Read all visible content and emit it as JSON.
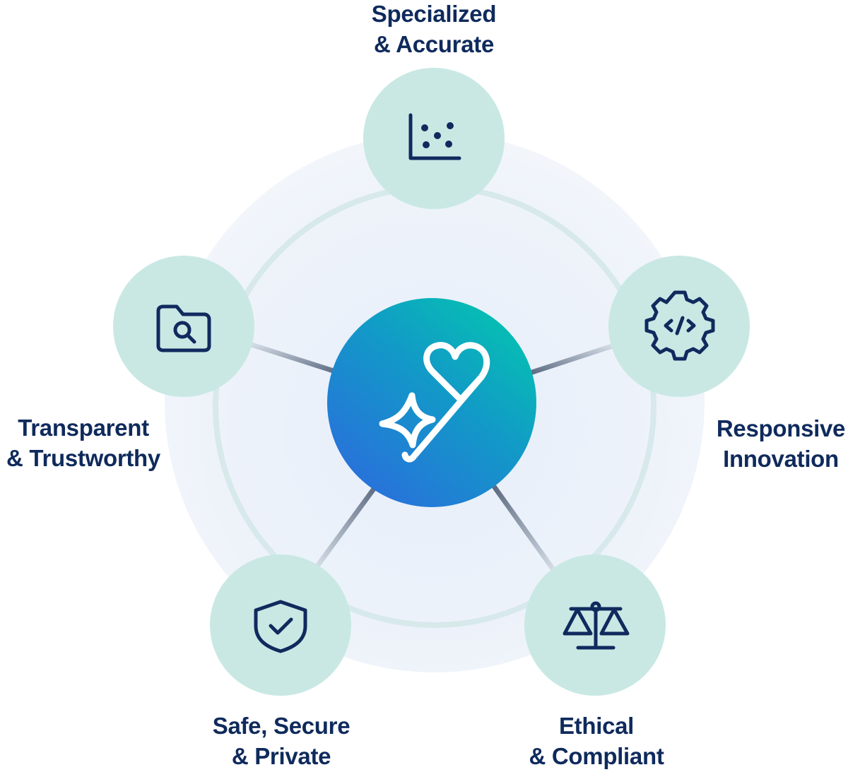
{
  "diagram": {
    "center": {
      "icon": "sparkle-heart-check-icon"
    },
    "nodes": [
      {
        "id": "specialized",
        "icon": "scatter-chart-icon",
        "label_line1": "Specialized",
        "label_line2": "& Accurate"
      },
      {
        "id": "responsive",
        "icon": "code-gear-icon",
        "label_line1": "Responsive",
        "label_line2": "Innovation"
      },
      {
        "id": "ethical",
        "icon": "scale-balance-icon",
        "label_line1": "Ethical",
        "label_line2": "& Compliant"
      },
      {
        "id": "safe",
        "icon": "shield-check-icon",
        "label_line1": "Safe, Secure",
        "label_line2": "& Private"
      },
      {
        "id": "transparent",
        "icon": "folder-search-icon",
        "label_line1": "Transparent",
        "label_line2": "& Trustworthy"
      }
    ]
  },
  "colors": {
    "text": "#0f2a5c",
    "icon_stroke": "#102a5e",
    "node_fill": "#c9e8e4",
    "halo_light": "#f1f5fb",
    "ring": "#dcecef",
    "connector": "#7a879c",
    "center_gradient_start": "#2a6fdc",
    "center_gradient_end": "#04c4b0"
  }
}
